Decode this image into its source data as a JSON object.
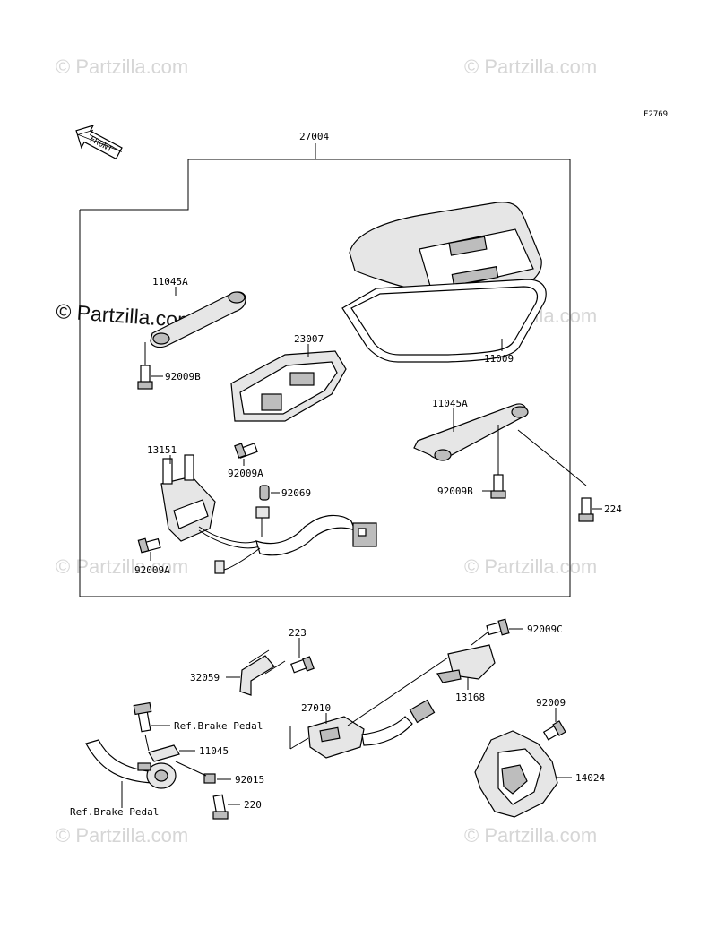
{
  "figure_code": "F2769",
  "front_label": "FRONT",
  "watermark_text": "© Partzilla.com",
  "parts": {
    "p27004": "27004",
    "p11045A_left": "11045A",
    "p11045A_right": "11045A",
    "p23007": "23007",
    "p11009": "11009",
    "p92009B_left": "92009B",
    "p92009B_right": "92009B",
    "p13151": "13151",
    "p92009A_mid": "92009A",
    "p92069": "92069",
    "p92009A_low": "92009A",
    "p224": "224",
    "p223": "223",
    "p92009C": "92009C",
    "p32059": "32059",
    "p27010": "27010",
    "p13168": "13168",
    "p92009": "92009",
    "p11045": "11045",
    "p92015": "92015",
    "p220": "220",
    "p14024": "14024"
  },
  "refs": {
    "brake_upper": "Ref.Brake Pedal",
    "brake_lower": "Ref.Brake Pedal"
  }
}
